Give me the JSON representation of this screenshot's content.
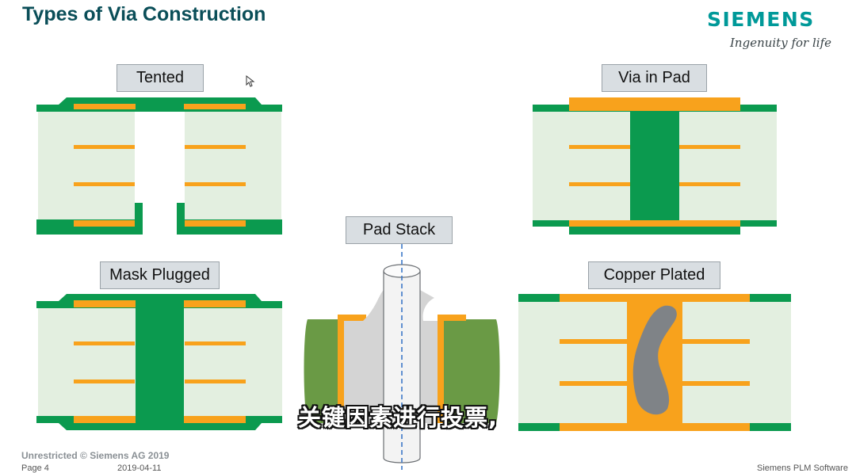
{
  "slide": {
    "title": "Types of Via Construction",
    "brand": "SIEMENS",
    "tagline": "Ingenuity for life"
  },
  "labels": {
    "tented": "Tented",
    "via_in_pad": "Via in Pad",
    "pad_stack": "Pad Stack",
    "mask_plugged": "Mask Plugged",
    "copper_plated": "Copper Plated"
  },
  "subtitle": "关键因素进行投票,",
  "footer": {
    "copyright": "Unrestricted © Siemens AG 2019",
    "page": "Page 4",
    "date": "2019-04-11",
    "org": "Siemens PLM Software"
  },
  "colors": {
    "title": "#0a4e58",
    "brand": "#009999",
    "board": "#e3efe0",
    "mask": "#0b9a4f",
    "copper": "#f8a21c",
    "resin": "#6a9a45"
  }
}
